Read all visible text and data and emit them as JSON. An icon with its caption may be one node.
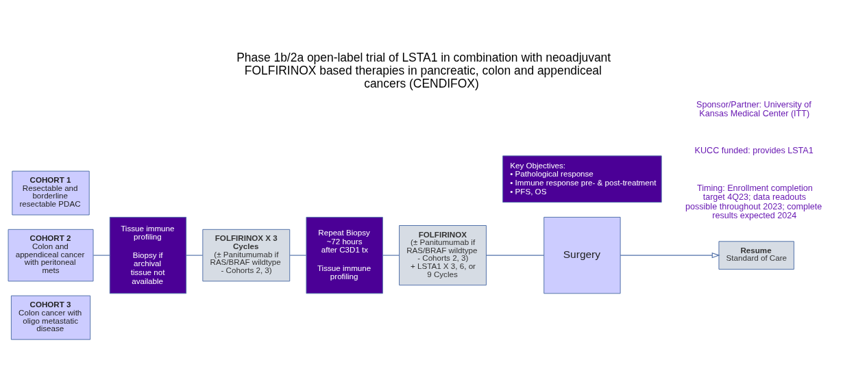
{
  "diagram": {
    "title": "Phase 1b/2a open-label trial of LSTA1 in combination with neoadjuvant FOLFIRINOX based therapies in pancreatic, colon and appendiceal cancers (CENDIFOX)",
    "nodes": [
      {
        "text": [
          "COHORT 1",
          "Resectable and borderline resectable PDAC"
        ]
      },
      {
        "text": [
          "COHORT 2",
          "Colon and appendiceal cancer with peritoneal mets"
        ]
      },
      {
        "text": [
          "COHORT 3",
          "Colon cancer with oligo metastatic disease"
        ]
      },
      {
        "text": [
          "Tissue immune profiling",
          "Biopsy if archival tissue not available"
        ]
      },
      {
        "text": [
          "FOLFIRINOX X 3 Cycles",
          "(± Panitumumab if RAS/BRAF wildtype - Cohorts 2, 3)"
        ]
      },
      {
        "text": [
          "Repeat Biopsy ~72 hours after C3D1 tx",
          "Tissue immune profiling"
        ]
      },
      {
        "text": [
          "FOLFIRINOX",
          "(± Panitumumab if RAS/BRAF wildtype - Cohorts 2, 3)",
          "+ LSTA1 X 3, 6, or 9 Cycles"
        ]
      },
      {
        "text": [
          "Surgery"
        ]
      },
      {
        "text": [
          "Resume",
          "Standard of Care"
        ]
      },
      {
        "text": [
          "Key Objectives:",
          "• Pathological response",
          "• Immune response pre- & post-treatment",
          "• PFS, OS"
        ]
      }
    ],
    "edges": [
      {
        "from": 1,
        "to": 3,
        "arrow": "none"
      },
      {
        "from": 3,
        "to": 4,
        "arrow": "none"
      },
      {
        "from": 4,
        "to": 5,
        "arrow": "none"
      },
      {
        "from": 5,
        "to": 6,
        "arrow": "none"
      },
      {
        "from": 6,
        "to": 7,
        "arrow": "none"
      },
      {
        "from": 7,
        "to": 8,
        "arrow": "to"
      }
    ],
    "labels": [
      "Sponsor/Partner: University of Kansas Medical Center (ITT)",
      "KUCC funded: provides LSTA1",
      "Timing: Enrollment completion target 4Q23; data readouts possible throughout 2023; complete results expected 2024"
    ]
  }
}
